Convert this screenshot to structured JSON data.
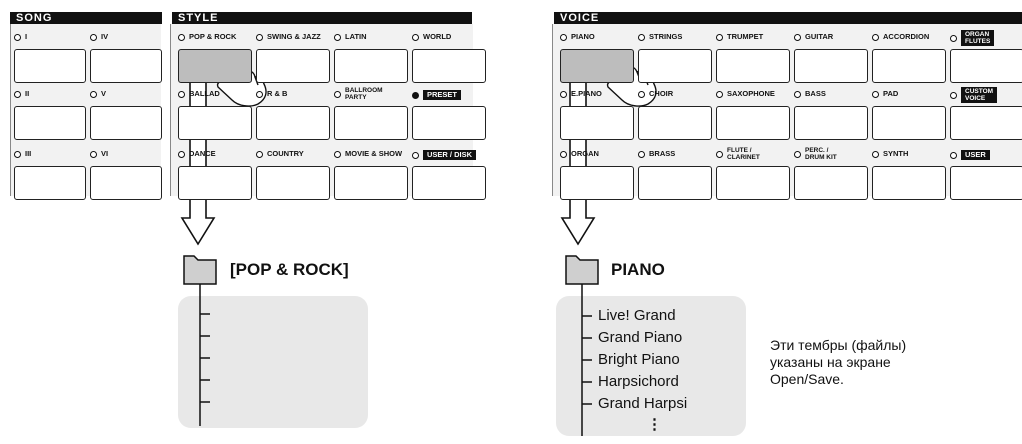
{
  "song": {
    "title": "SONG",
    "buttons": [
      [
        "I",
        "IV"
      ],
      [
        "II",
        "V"
      ],
      [
        "III",
        "VI"
      ]
    ]
  },
  "style": {
    "title": "STYLE",
    "rows": [
      [
        "POP & ROCK",
        "SWING & JAZZ",
        "LATIN",
        "WORLD"
      ],
      [
        "BALLAD",
        "R & B",
        "BALLROOM\nPARTY",
        "PRESET"
      ],
      [
        "DANCE",
        "COUNTRY",
        "MOVIE & SHOW",
        "USER / DISK"
      ]
    ]
  },
  "voice": {
    "title": "VOICE",
    "rows": [
      [
        "PIANO",
        "STRINGS",
        "TRUMPET",
        "GUITAR",
        "ACCORDION",
        "ORGAN\nFLUTES"
      ],
      [
        "E.PIANO",
        "CHOIR",
        "SAXOPHONE",
        "BASS",
        "PAD",
        "CUSTOM\nVOICE"
      ],
      [
        "ORGAN",
        "BRASS",
        "FLUTE /\nCLARINET",
        "PERC. /\nDRUM KIT",
        "SYNTH",
        "USER"
      ]
    ]
  },
  "style_folder": {
    "label": "[POP & ROCK]"
  },
  "voice_folder": {
    "label": "PIANO",
    "items": [
      "Live! Grand",
      "Grand Piano",
      "Bright Piano",
      "Harpsichord",
      "Grand Harpsi"
    ],
    "more": "⋮"
  },
  "note": "Эти тембры (файлы)\nуказаны на экране\nOpen/Save."
}
